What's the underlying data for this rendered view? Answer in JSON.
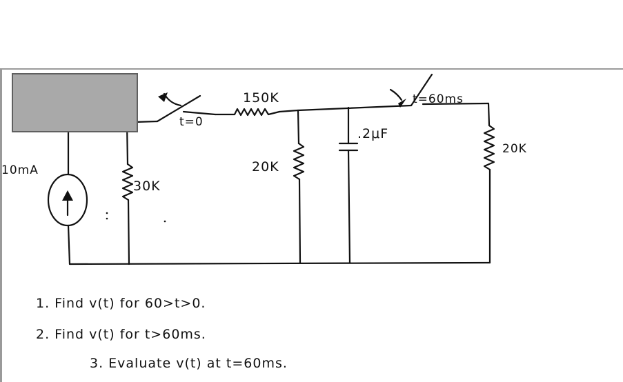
{
  "diagram": {
    "labels": {
      "source": "10mA",
      "r_parallel": "30K",
      "switch1": "t=0",
      "r_series": "150K",
      "r_shunt": "20K",
      "capacitor": ".2μF",
      "switch2": "t=60ms",
      "r_load": "20K"
    },
    "questions": [
      "1. Find v(t) for 60>t>0.",
      "2. Find v(t) for t>60ms.",
      "3. Evaluate v(t) at t=60ms."
    ]
  },
  "colors": {
    "ink": "#111111",
    "frame": "#9a9a9a",
    "redaction_fill": "#a9a9a9",
    "redaction_border": "#5f5f5f"
  }
}
